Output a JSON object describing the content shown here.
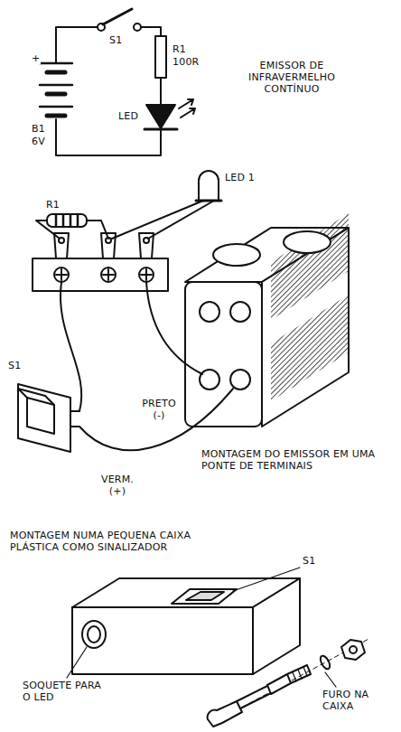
{
  "diagram": {
    "labels": [
      "S1",
      "R1",
      "100R",
      "+",
      "B1",
      "6V",
      "LED",
      "EMISSOR DE INFRAVERMELHO CONTÍNUO",
      "R1",
      "LED 1",
      "S1",
      "PRETO (-)",
      "VERM. (+)",
      "MONTAGEM DO EMISSOR EM UMA PONTE DE TERMINAIS",
      "MONTAGEM NUMA PEQUENA CAIXA PLÁSTICA COMO SINALIZADOR",
      "S1",
      "SOQUETE PARA O LED",
      "FURO NA CAIXA"
    ]
  }
}
